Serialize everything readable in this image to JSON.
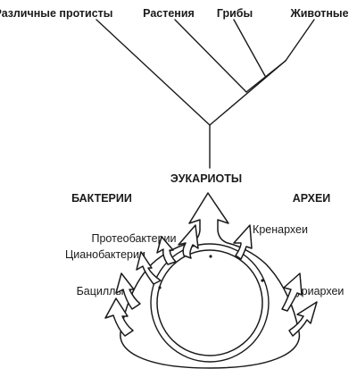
{
  "tree": {
    "leaves": [
      "Различные протисты",
      "Растения",
      "Грибы",
      "Животные"
    ]
  },
  "groups": {
    "eukaryotes": "ЭУКАРИОТЫ",
    "bacteria": "БАКТЕРИИ",
    "archaea": "АРХЕИ"
  },
  "branches": {
    "proteobacteria": "Протеобактерии",
    "cyanobacteria": "Цианобактерии",
    "bacilli": "Бациллы",
    "crenarchaea": "Кренархеи",
    "euryarchaea": "Эуриархеи"
  }
}
